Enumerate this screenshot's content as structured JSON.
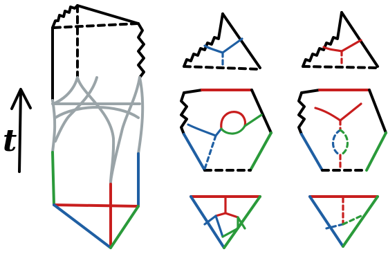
{
  "time_label": "t",
  "colors": {
    "red": "#c81e1e",
    "green": "#2a9a3a",
    "blue": "#1f5fa3",
    "gray": "#9aa4a8",
    "black": "#000000"
  },
  "panels": [
    {
      "name": "prism-worldsheet"
    },
    {
      "name": "top-triangle-left"
    },
    {
      "name": "top-triangle-right"
    },
    {
      "name": "middle-hexagon-left"
    },
    {
      "name": "middle-hexagon-right"
    },
    {
      "name": "bottom-triangle-left"
    },
    {
      "name": "bottom-triangle-right"
    }
  ]
}
